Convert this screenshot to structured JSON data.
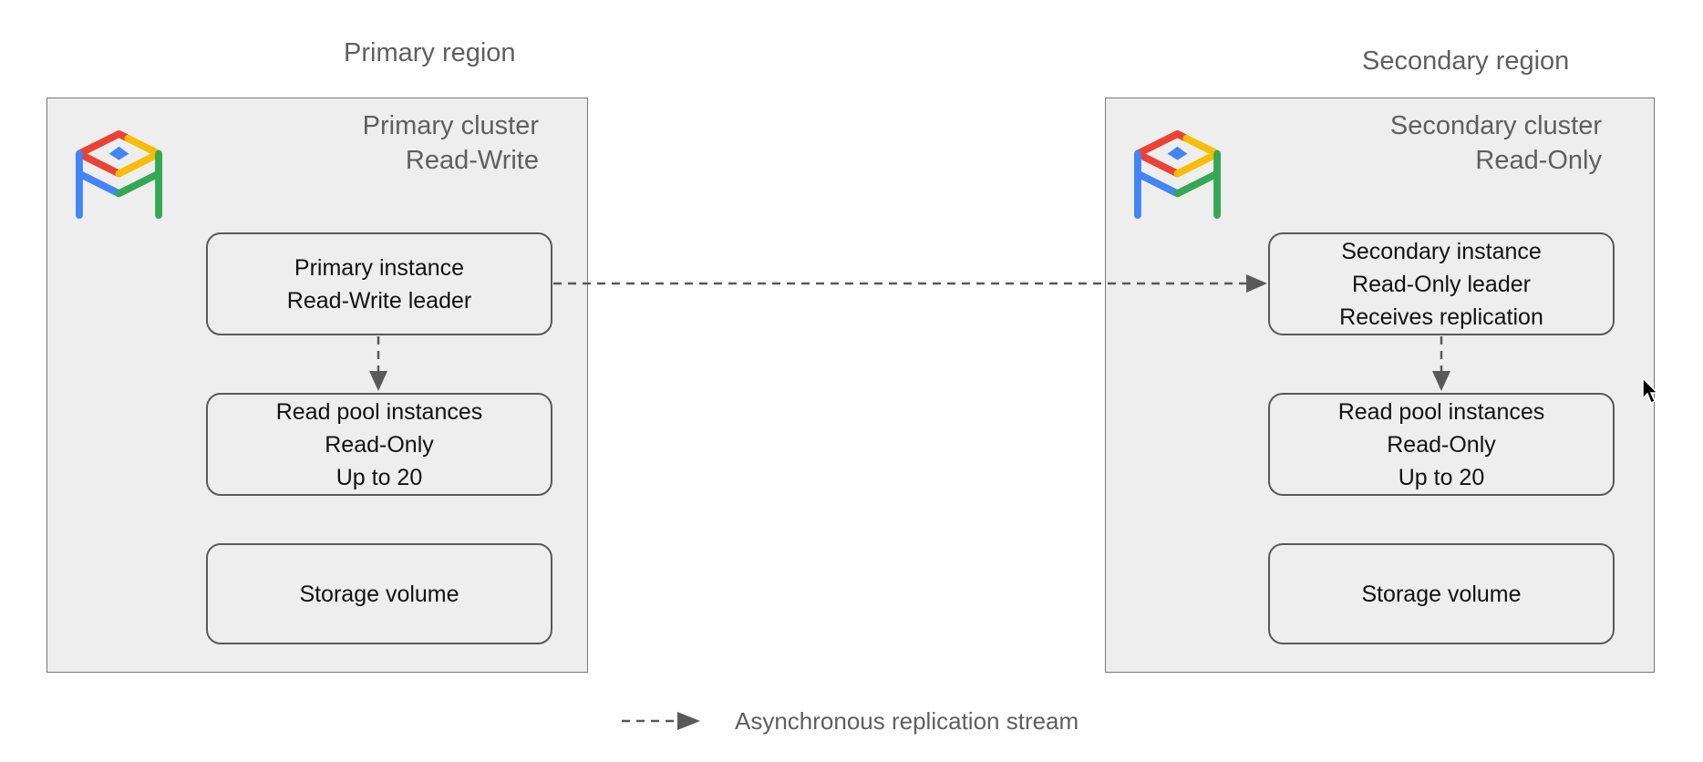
{
  "primary": {
    "region_title": "Primary region",
    "cluster_title": "Primary cluster",
    "cluster_mode": "Read-Write",
    "instance": [
      "Primary instance",
      "Read-Write leader"
    ],
    "read_pool": [
      "Read pool instances",
      "Read-Only",
      "Up to 20"
    ],
    "storage": "Storage volume"
  },
  "secondary": {
    "region_title": "Secondary region",
    "cluster_title": "Secondary cluster",
    "cluster_mode": "Read-Only",
    "instance": [
      "Secondary instance",
      "Read-Only leader",
      "Receives replication"
    ],
    "read_pool": [
      "Read pool instances",
      "Read-Only",
      "Up to 20"
    ],
    "storage": "Storage volume"
  },
  "legend": {
    "label": "Asynchronous replication stream"
  },
  "colors": {
    "logo_red": "#ea4335",
    "logo_yellow": "#fbbc04",
    "logo_blue": "#4285f4",
    "logo_green": "#34a853",
    "arrow": "#595959"
  },
  "icons": {
    "logo": "alloydb-logo-icon",
    "cursor": "mouse-pointer-icon"
  }
}
